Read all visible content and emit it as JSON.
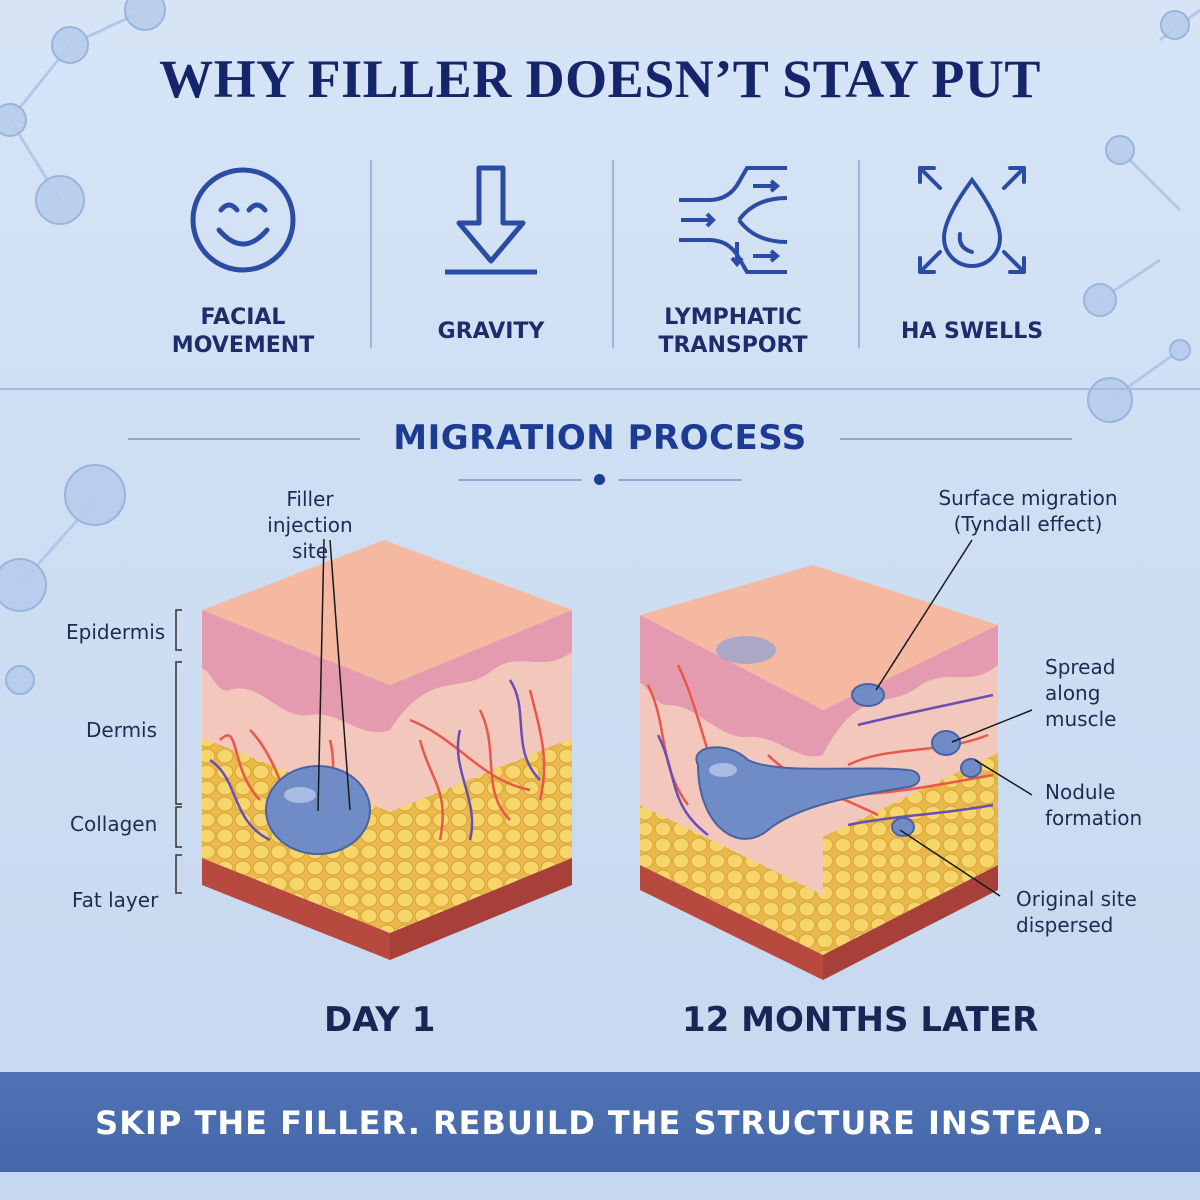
{
  "title": "WHY FILLER DOESN’T STAY PUT",
  "causes": [
    {
      "label": "FACIAL\nMOVEMENT",
      "icon": "smiley-face-icon"
    },
    {
      "label": "GRAVITY",
      "icon": "down-arrow-icon"
    },
    {
      "label": "LYMPHATIC\nTRANSPORT",
      "icon": "lymph-flow-icon"
    },
    {
      "label": "HA SWELLS",
      "icon": "water-drop-expand-icon"
    }
  ],
  "process": {
    "title": "MIGRATION PROCESS",
    "left": {
      "caption": "DAY 1",
      "callout": "Filler\ninjection site",
      "layers": [
        "Epidermis",
        "Dermis",
        "Collagen",
        "Fat layer"
      ]
    },
    "right": {
      "caption": "12 MONTHS LATER",
      "callouts": [
        "Surface migration\n(Tyndall effect)",
        "Spread\nalong\nmuscle",
        "Nodule\nformation",
        "Original site\ndispersed"
      ]
    }
  },
  "banner": "SKIP THE FILLER. REBUILD THE STRUCTURE INSTEAD.",
  "colors": {
    "navy": "#15256b",
    "accent_blue": "#1c3b95",
    "banner": "#4a6db0",
    "skin": "#f3b9a4",
    "fat": "#f1cf5e",
    "filler": "#6f8cc6"
  }
}
